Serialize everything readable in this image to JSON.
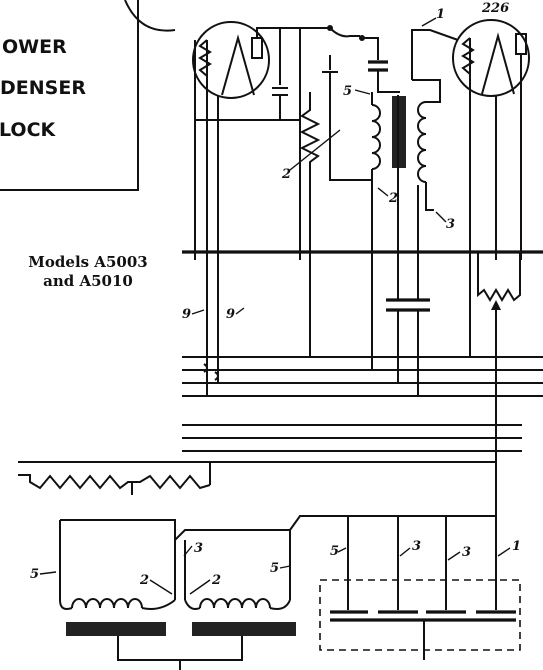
{
  "power_condenser_block": {
    "line1": "OWER",
    "line2": "DENSER",
    "line3": "LOCK"
  },
  "models": {
    "line1": "Models A5003",
    "line2": "and A5010"
  },
  "tube_label": "226",
  "labels": {
    "l_1_top": "1",
    "l_5_upper": "5",
    "l_2_resistor": "2",
    "l_2_transformer": "2",
    "l_3_transformer": "3",
    "l_9a": "9",
    "l_9b": "9",
    "l_3_center": "3",
    "l_5_left": "5",
    "l_2_left": "2",
    "l_2_right": "2",
    "l_5_right": "5",
    "l_5_box": "5",
    "l_3_box_a": "3",
    "l_3_box_b": "3",
    "l_1_box": "1"
  }
}
